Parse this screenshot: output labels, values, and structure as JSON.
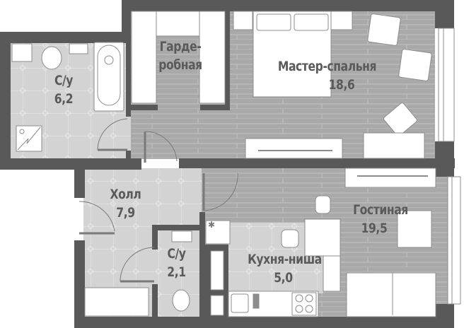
{
  "plan": {
    "colors": {
      "wall": "#595959",
      "wood_floor": "#a9a9a9",
      "wood_line": "#c4c4c4",
      "tile_floor": "#d3d3d3",
      "tile_line": "#e6e6e6",
      "furniture": "#ffffff",
      "furniture_stroke": "#8c8c8c",
      "label": "#5a5a5a"
    },
    "rooms": [
      {
        "id": "bathroom-1",
        "name": "С/у",
        "area": "6,2"
      },
      {
        "id": "wardrobe",
        "name_line1": "Гарде-",
        "name_line2": "робная"
      },
      {
        "id": "master-bedroom",
        "name": "Мастер-спальня",
        "area": "18,6"
      },
      {
        "id": "hall",
        "name": "Холл",
        "area": "7,9"
      },
      {
        "id": "bathroom-2",
        "name": "С/у",
        "area": "2,1"
      },
      {
        "id": "kitchen-niche",
        "name": "Кухня-ниша",
        "area": "5,0"
      },
      {
        "id": "living-room",
        "name": "Гостиная",
        "area": "19,5"
      }
    ],
    "icons": {
      "snowflake": "✱"
    }
  }
}
